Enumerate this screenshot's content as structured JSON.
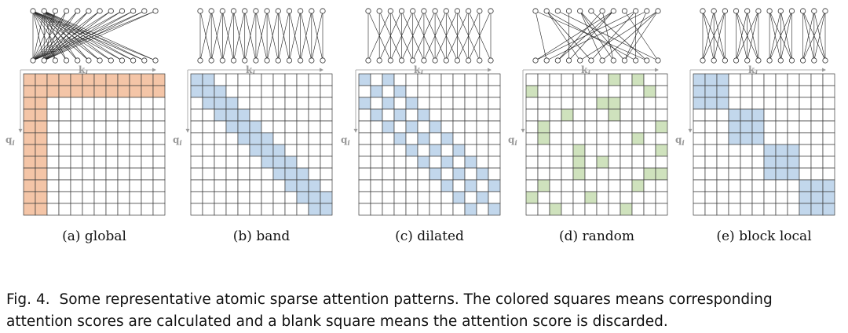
{
  "colors": {
    "global": "#f4c5a7",
    "band": "#c2d7ec",
    "dilated": "#c2d7ec",
    "random": "#cfe2bd",
    "block_local": "#c2d7ec",
    "grid": "#3a3a3a",
    "axis": "#9a9a9a"
  },
  "axes": {
    "key_label": "k",
    "key_sub": "j",
    "query_label": "q",
    "query_sub": "i"
  },
  "panels": [
    {
      "label": "(a)  global",
      "pattern": "global"
    },
    {
      "label": "(b)  band",
      "pattern": "band"
    },
    {
      "label": "(c)  dilated",
      "pattern": "dilated"
    },
    {
      "label": "(d)  random",
      "pattern": "random"
    },
    {
      "label": "(e)  block local",
      "pattern": "block_local"
    }
  ],
  "grid_size": 12,
  "random_cells": [
    [
      0,
      7
    ],
    [
      0,
      9
    ],
    [
      1,
      0
    ],
    [
      1,
      10
    ],
    [
      2,
      6
    ],
    [
      2,
      7
    ],
    [
      3,
      3
    ],
    [
      3,
      7
    ],
    [
      4,
      1
    ],
    [
      4,
      11
    ],
    [
      5,
      1
    ],
    [
      5,
      9
    ],
    [
      6,
      4
    ],
    [
      6,
      11
    ],
    [
      7,
      4
    ],
    [
      7,
      6
    ],
    [
      8,
      4
    ],
    [
      8,
      10
    ],
    [
      8,
      11
    ],
    [
      9,
      1
    ],
    [
      9,
      9
    ],
    [
      10,
      0
    ],
    [
      10,
      5
    ],
    [
      11,
      2
    ],
    [
      11,
      8
    ]
  ],
  "caption": {
    "fig_number": "Fig. 4.",
    "text": "Some representative atomic sparse attention patterns. The colored squares means corresponding attention scores are calculated and a blank square means the attention score is discarded."
  }
}
